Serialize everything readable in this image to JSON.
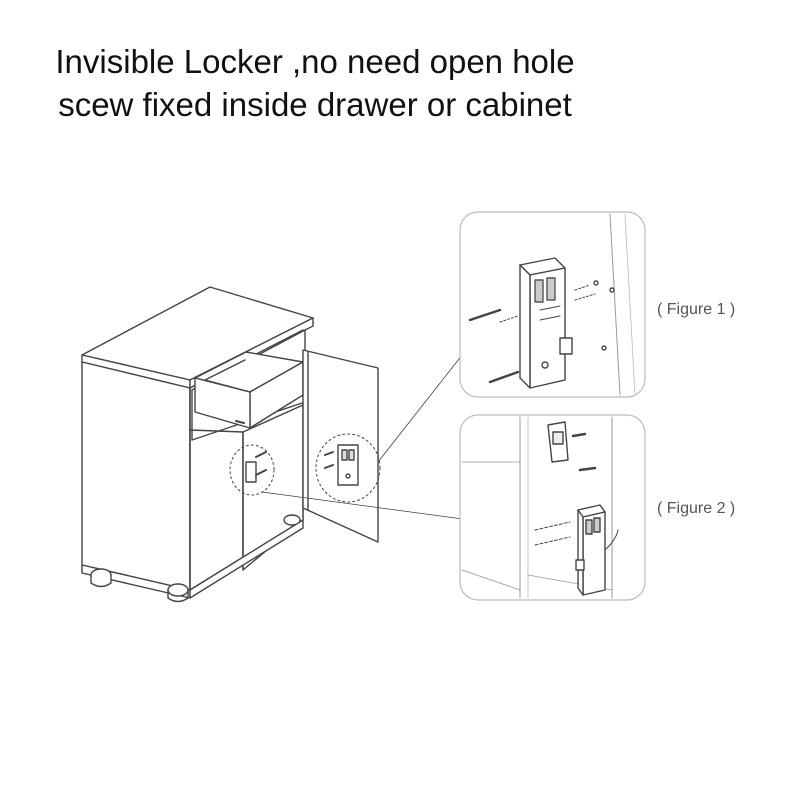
{
  "title": {
    "line1": "Invisible Locker ,no need open hole",
    "line2": "scew fixed inside drawer or cabinet"
  },
  "figures": {
    "figure1_label": "( Figure 1 )",
    "figure2_label": "( Figure 2 )"
  },
  "colors": {
    "line": "#444444",
    "panel_border": "#bbbbbb",
    "text": "#111111"
  }
}
